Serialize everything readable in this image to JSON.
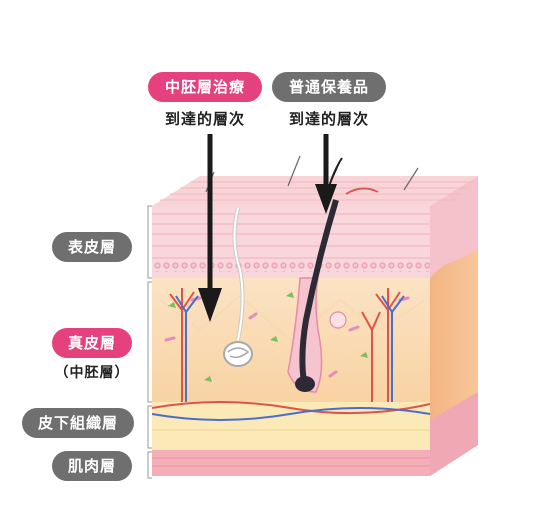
{
  "top_labels": {
    "mesoderm_treatment": "中胚層治療",
    "regular_care": "普通保養品",
    "reach_depth_1": "到達的層次",
    "reach_depth_2": "到達的層次"
  },
  "layer_labels": {
    "epidermis": "表皮層",
    "dermis": "真皮層",
    "dermis_note": "（中胚層）",
    "subcutaneous": "皮下組織層",
    "muscle": "肌肉層"
  },
  "colors": {
    "pink": "#e5417e",
    "gray": "#6f6f6f",
    "arrow": "#1a1a1a"
  }
}
